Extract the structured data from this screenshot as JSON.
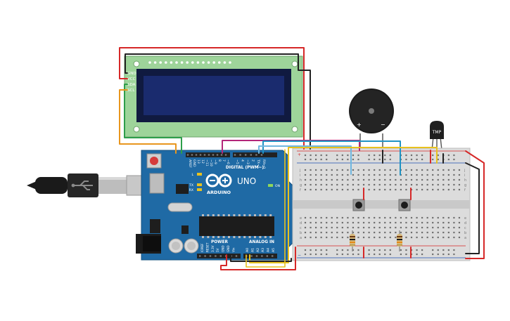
{
  "lcd": {
    "pins": [
      "GND",
      "VCC",
      "SDA",
      "SCL"
    ]
  },
  "arduino": {
    "logo_text": "ARDUINO",
    "model": "UNO",
    "digital_header": "DIGITAL (PWM~)",
    "digital_pins": [
      "AREF",
      "GND",
      "13",
      "12",
      "~11",
      "~10",
      "~9",
      "8",
      "7",
      "~6",
      "~5",
      "4",
      "~3",
      "2",
      "TX→1",
      "RX←0"
    ],
    "led_labels": [
      "L",
      "TX",
      "RX"
    ],
    "on_label": "ON",
    "power_header": "POWER",
    "power_pins": [
      "IOREF",
      "RESET",
      "3.3V",
      "5V",
      "GND",
      "GND",
      "Vin"
    ],
    "analog_header": "ANALOG IN",
    "analog_pins": [
      "A0",
      "A1",
      "A2",
      "A3",
      "A4",
      "A5"
    ]
  },
  "buzzer": {
    "plus": "+",
    "minus": "−"
  },
  "sensor": {
    "label": "TMP"
  },
  "breadboard": {
    "row_letters_top": [
      "j",
      "i",
      "h",
      "g",
      "f"
    ],
    "row_letters_bottom": [
      "e",
      "d",
      "c",
      "b",
      "a"
    ],
    "rail_plus": "+",
    "rail_minus": "−"
  },
  "colors": {
    "board": "#1f6aa5",
    "lcd_pcb": "#9ed49a",
    "lcd_screen": "#1a2b6e",
    "wire_red": "#d62828",
    "wire_black": "#222222",
    "wire_green": "#2e9e4a",
    "wire_orange": "#e8961e",
    "wire_magenta": "#b3267a",
    "wire_cyan": "#1f93c4",
    "wire_yellow": "#e8c21e",
    "wire_lightblue": "#6fb7e0"
  }
}
